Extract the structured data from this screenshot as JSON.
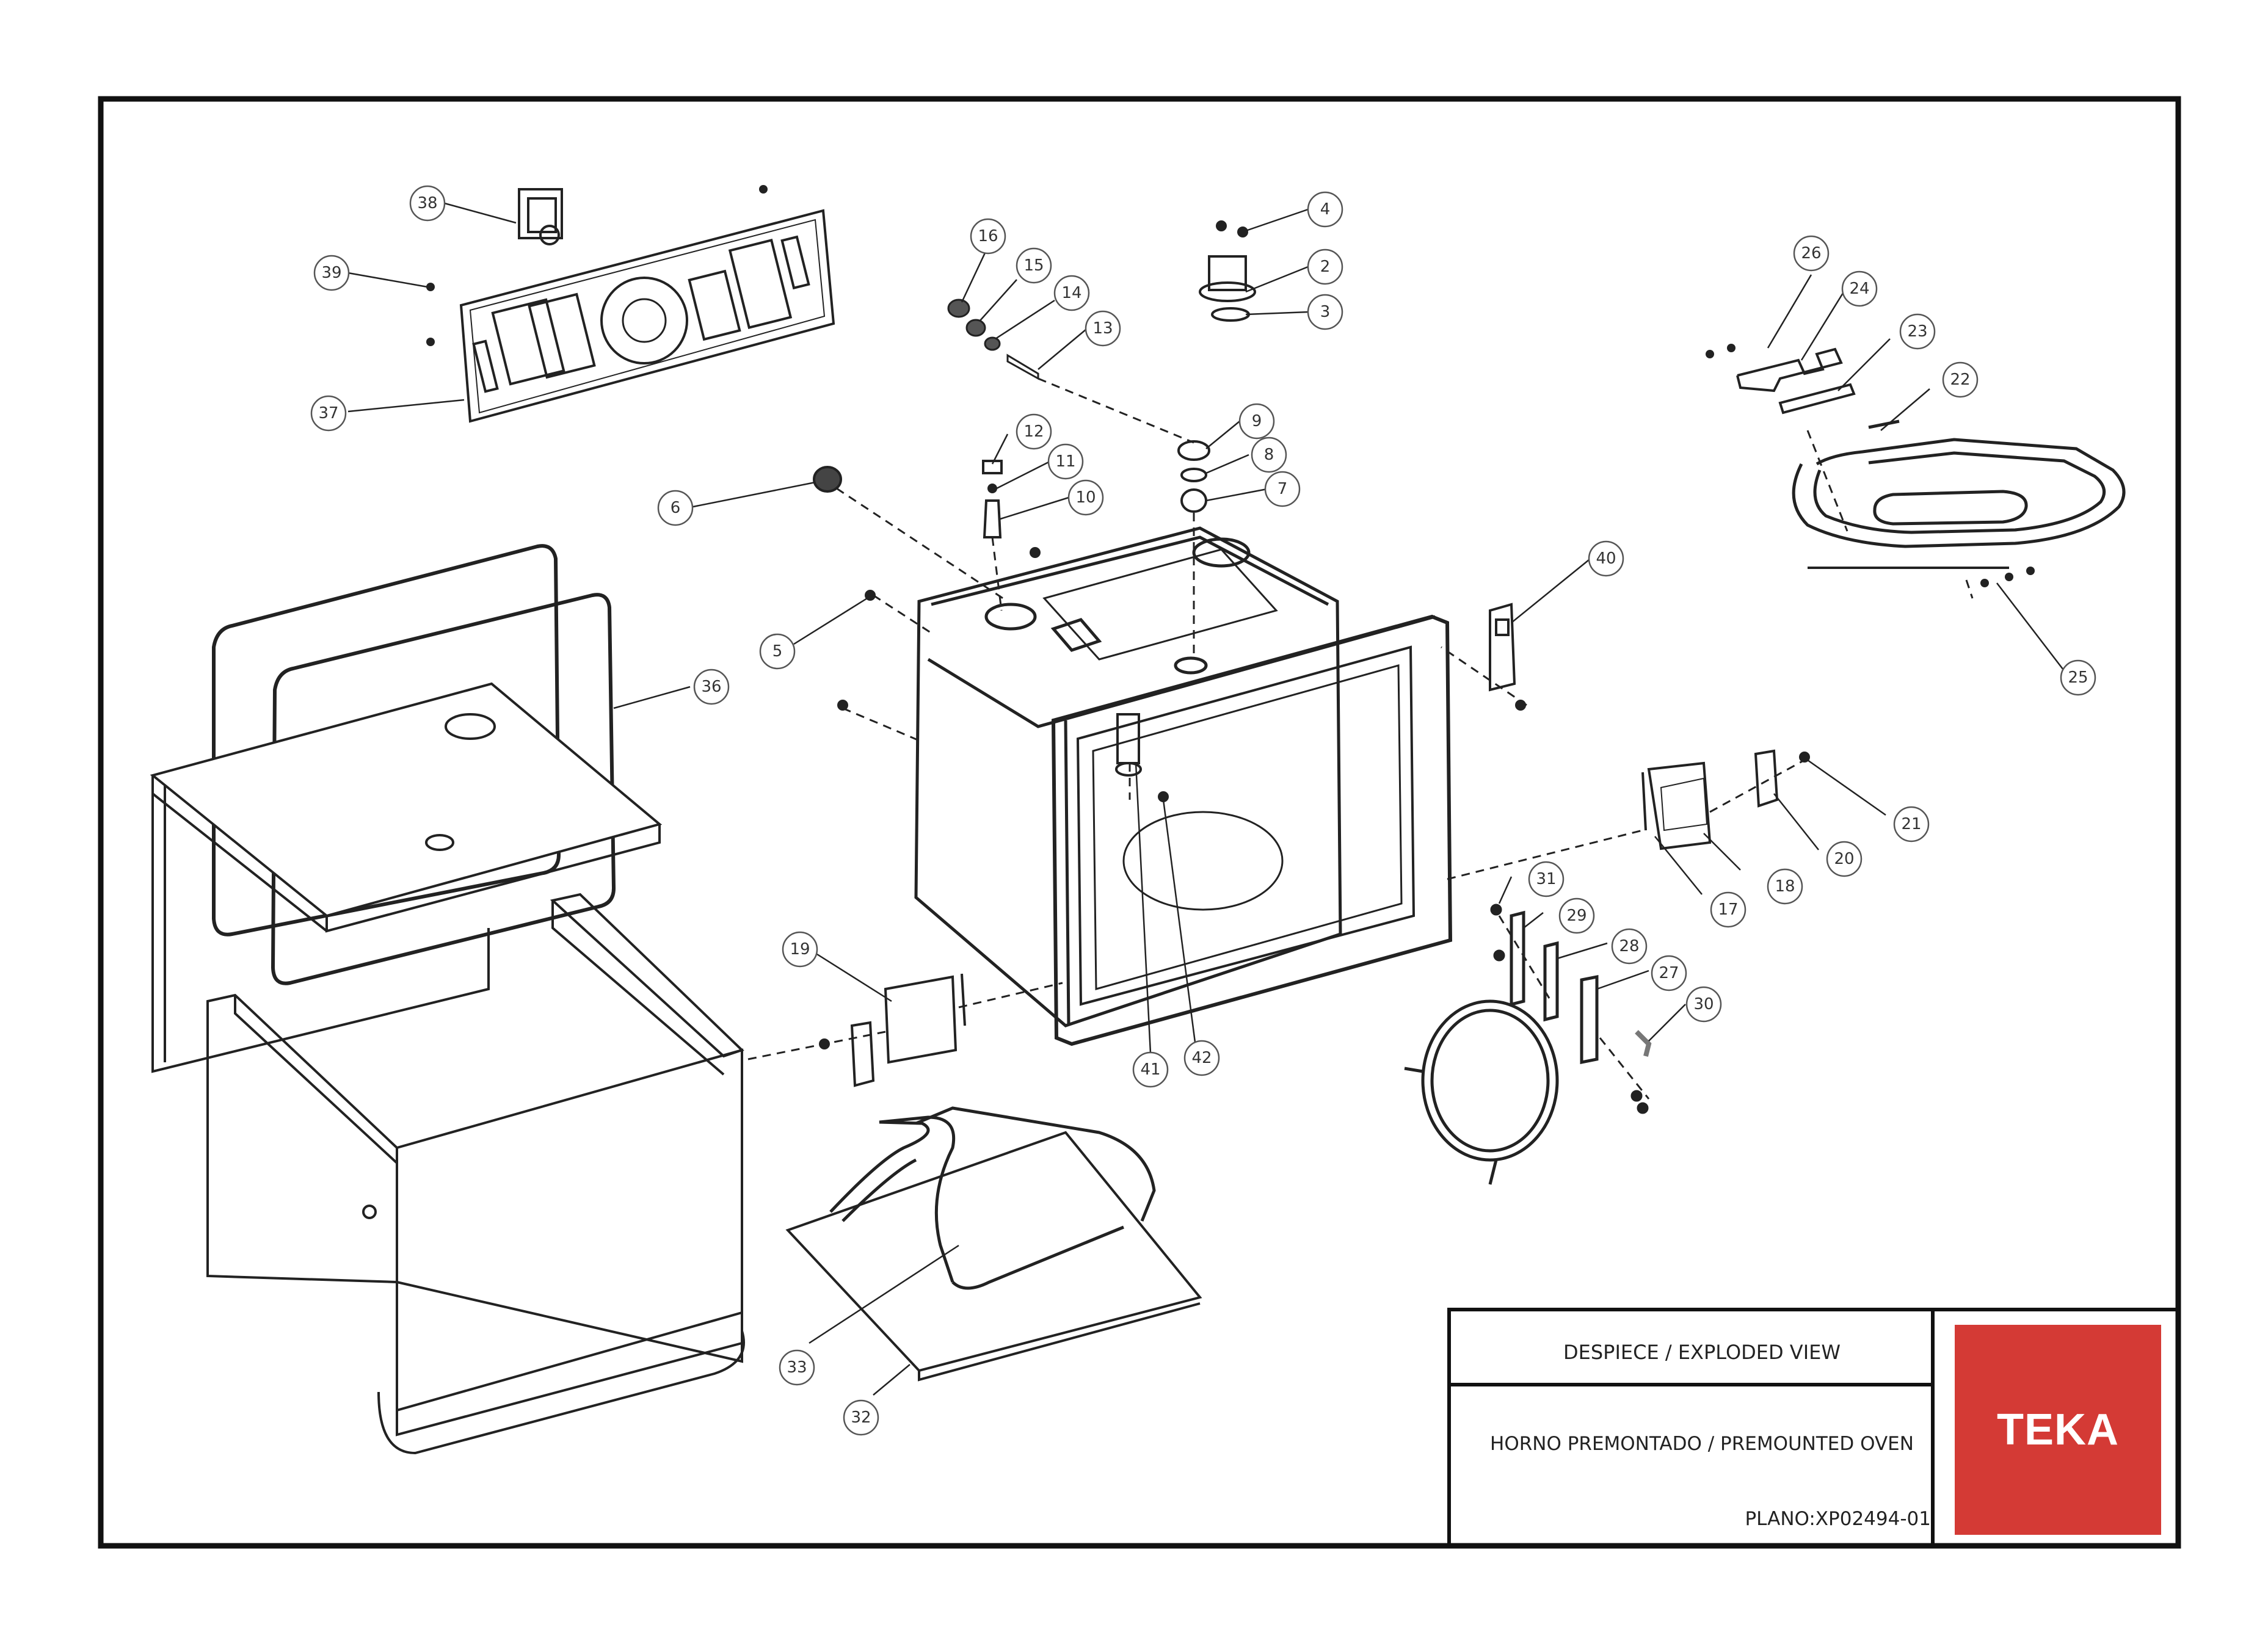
{
  "title_block": {
    "title": "DESPIECE / EXPLODED VIEW",
    "product": "HORNO PREMONTADO / PREMOUNTED OVEN",
    "plan": "PLANO:XP02494-01",
    "brand": "TEKA",
    "brand_color": "#d43a35"
  },
  "callouts": [
    "38",
    "39",
    "37",
    "16",
    "15",
    "14",
    "13",
    "4",
    "2",
    "3",
    "26",
    "24",
    "23",
    "22",
    "12",
    "11",
    "10",
    "9",
    "8",
    "7",
    "6",
    "5",
    "36",
    "40",
    "25",
    "21",
    "20",
    "18",
    "17",
    "31",
    "29",
    "28",
    "27",
    "30",
    "19",
    "41",
    "42",
    "33",
    "32"
  ]
}
